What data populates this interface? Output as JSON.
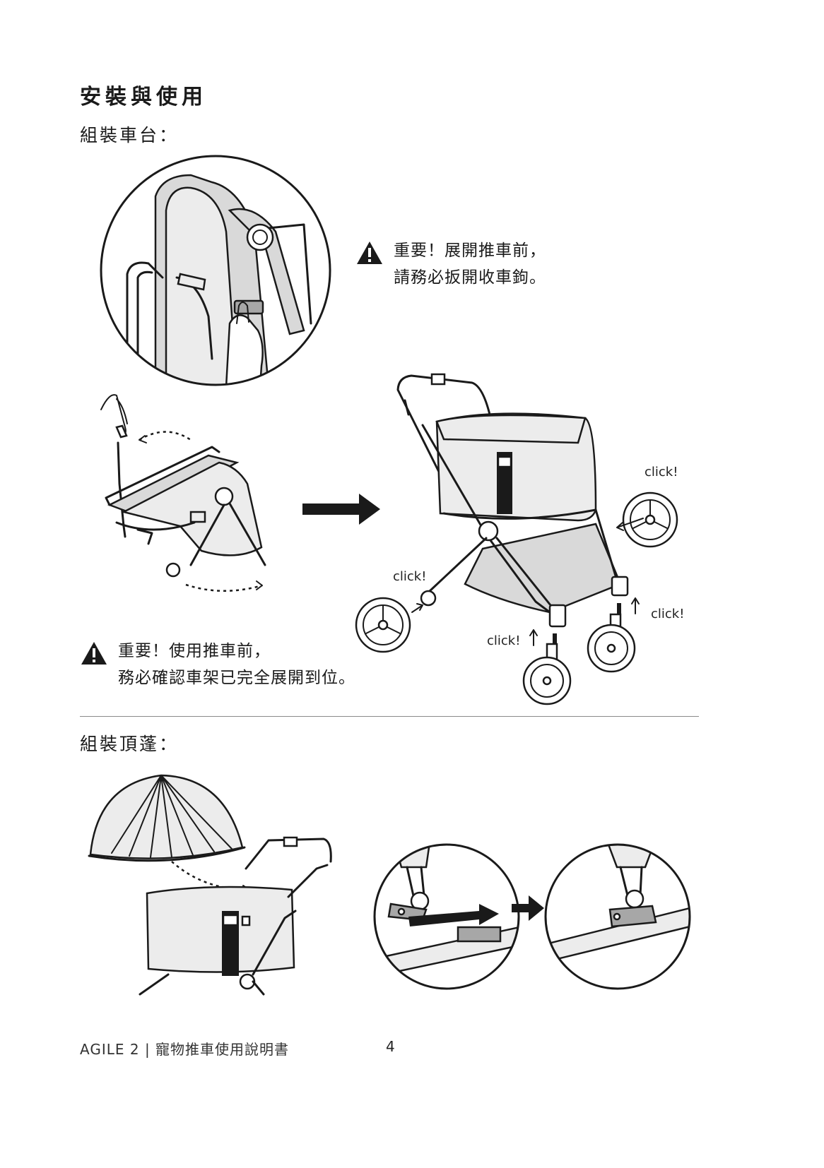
{
  "page": {
    "title": "安裝與使用",
    "section1_heading": "組裝車台：",
    "section2_heading": "組裝頂蓬：",
    "page_number": "4"
  },
  "warnings": [
    {
      "icon": "warning-triangle-icon",
      "lines": [
        "重要！展開推車前，",
        "請務必扳開收車鉤。"
      ]
    },
    {
      "icon": "warning-triangle-icon",
      "lines": [
        "重要！使用推車前，",
        "務必確認車架已完全展開到位。"
      ]
    }
  ],
  "click_labels": [
    "click!",
    "click!",
    "click!",
    "click!"
  ],
  "footer": {
    "text": "AGILE 2 | 寵物推車使用說明書"
  },
  "colors": {
    "text": "#1a1a1a",
    "fill_gray": "#d9d9d9",
    "divider": "#8a8a8a"
  }
}
